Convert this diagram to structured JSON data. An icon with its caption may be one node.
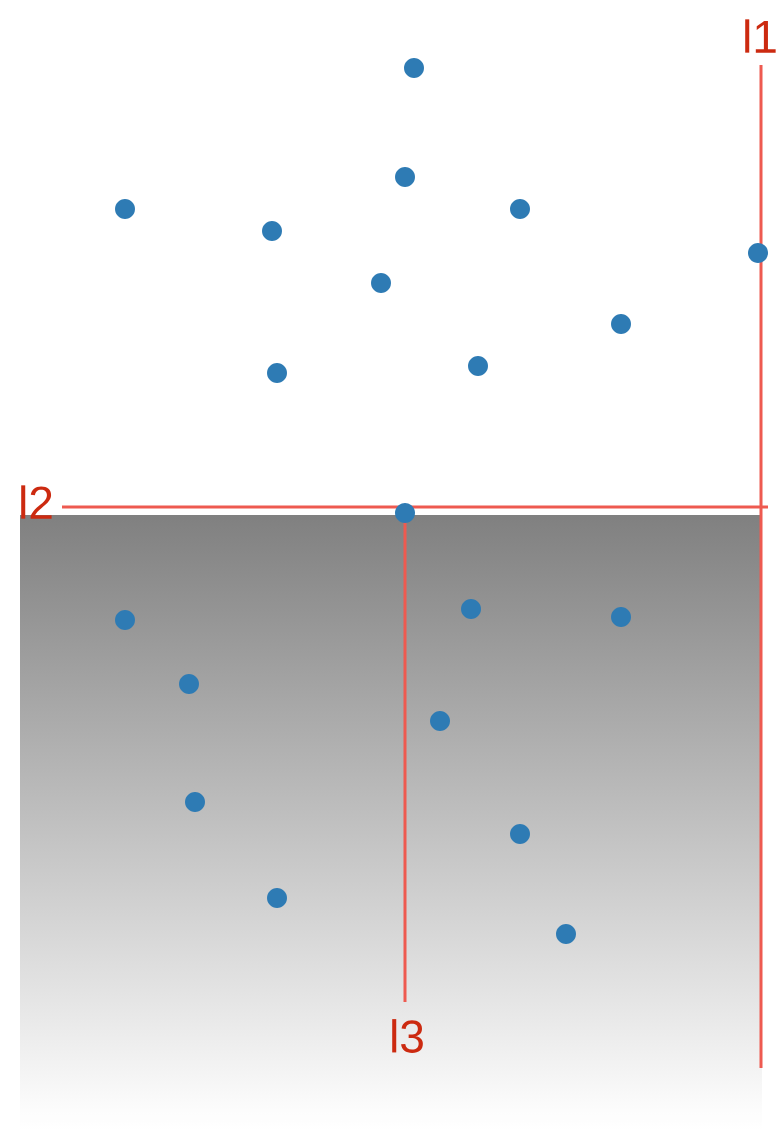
{
  "diagram": {
    "labels": [
      "l1",
      "l2",
      "l3"
    ]
  }
}
